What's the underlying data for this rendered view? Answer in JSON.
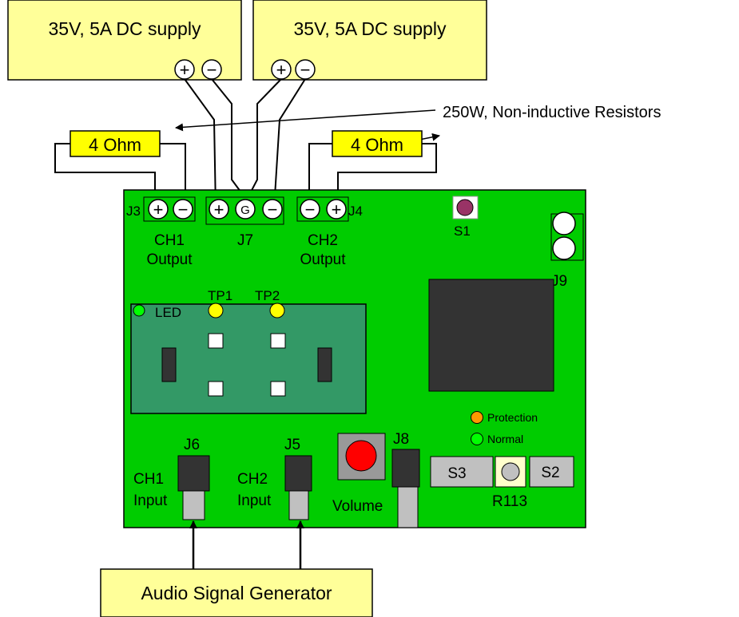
{
  "supplies": {
    "left_label": "35V, 5A DC supply",
    "right_label": "35V, 5A DC supply"
  },
  "resistors": {
    "note": "250W, Non-inductive Resistors",
    "left_label": "4 Ohm",
    "right_label": "4 Ohm"
  },
  "connectors": {
    "j3": "J3",
    "j4": "J4",
    "j7": "J7",
    "j9": "J9",
    "j6": "J6",
    "j5": "J5",
    "j8": "J8",
    "ch1_output_line1": "CH1",
    "ch1_output_line2": "Output",
    "ch2_output_line1": "CH2",
    "ch2_output_line2": "Output",
    "ch1_input_line1": "CH1",
    "ch1_input_line2": "Input",
    "ch2_input_line1": "CH2",
    "ch2_input_line2": "Input"
  },
  "terminal_symbols": {
    "plus": "+",
    "minus": "−",
    "ground": "G"
  },
  "board": {
    "s1": "S1",
    "s2": "S2",
    "s3": "S3",
    "r113": "R113",
    "led": "LED",
    "tp1": "TP1",
    "tp2": "TP2",
    "protection": "Protection",
    "normal": "Normal",
    "volume": "Volume"
  },
  "generator": {
    "label": "Audio Signal Generator"
  },
  "colors": {
    "board": "#00cc00",
    "module": "#339966",
    "supply_box": "#ffff99",
    "resistor": "#ffff00",
    "s1_dot": "#993366",
    "protection_led": "#ff9900",
    "normal_led": "#00ff00",
    "volume_knob": "#ff0000",
    "switch_grey": "#c0c0c0",
    "ic": "#333333"
  }
}
